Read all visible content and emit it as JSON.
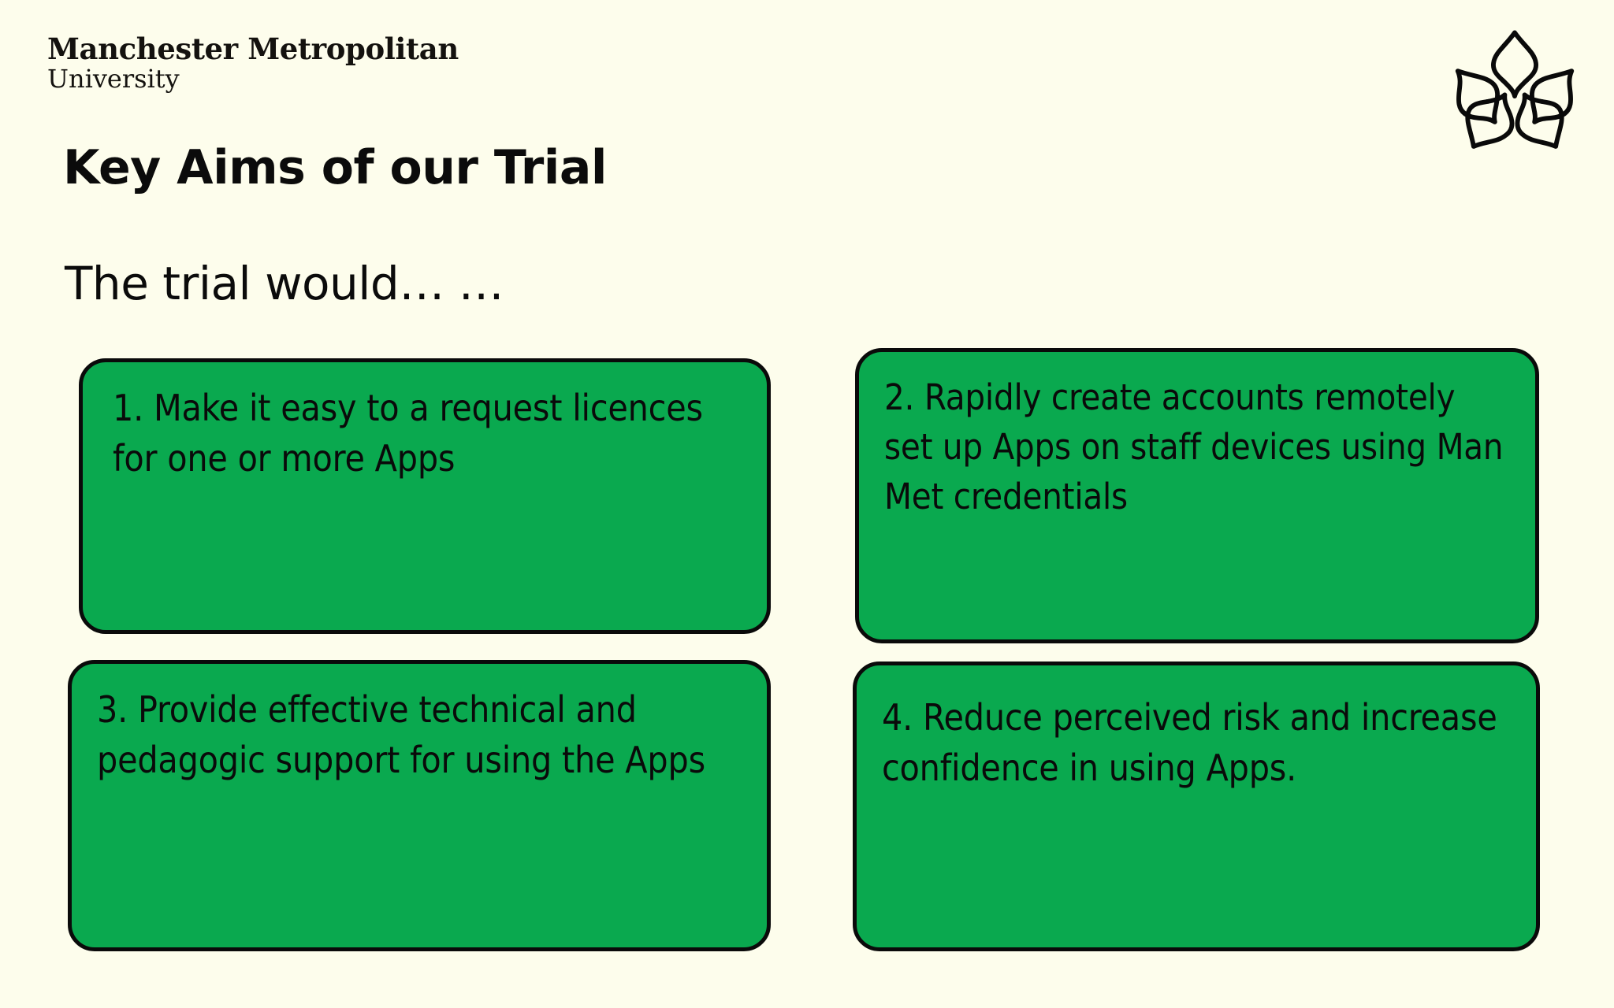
{
  "theme": {
    "background_color": "#fdfdec",
    "card_fill_color": "#0aa94f",
    "card_border_color": "#0a0a0a",
    "text_color": "#0a0a0a"
  },
  "brand": {
    "line1": "Manchester Metropolitan",
    "line2": "University",
    "crest_icon": "mmu-flower-crest-icon"
  },
  "heading": {
    "title": "Key Aims of our Trial",
    "subtitle": "The trial would… …"
  },
  "aims": [
    {
      "number": "1.",
      "text": "1. Make it easy to a request licences for one or more Apps"
    },
    {
      "number": "2.",
      "text": "2. Rapidly create accounts remotely set up Apps on staff devices using Man Met credentials"
    },
    {
      "number": "3.",
      "text": "3. Provide effective technical and pedagogic support for using the Apps"
    },
    {
      "number": "4.",
      "text": "4. Reduce perceived risk and increase confidence in using Apps."
    }
  ]
}
